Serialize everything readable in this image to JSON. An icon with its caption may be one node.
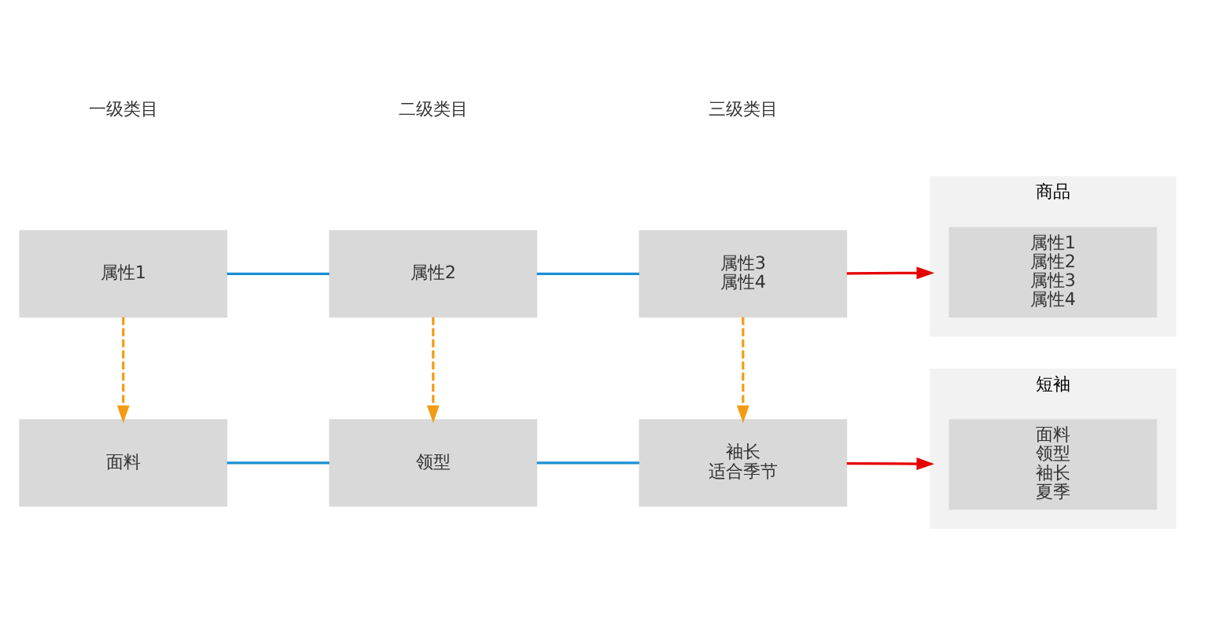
{
  "diagram": {
    "nodes": [
      {
        "text": [
          "属性1"
        ]
      },
      {
        "text": [
          "属性2"
        ]
      },
      {
        "text": [
          "属性3",
          "属性4"
        ]
      },
      {
        "text": [
          "商品"
        ]
      },
      {
        "text": [
          "属性1",
          "属性2",
          "属性3",
          "属性4"
        ],
        "in": 3
      },
      {
        "text": [
          "面料"
        ]
      },
      {
        "text": [
          "领型"
        ]
      },
      {
        "text": [
          "袖长",
          "适合季节"
        ]
      },
      {
        "text": [
          "短袖"
        ]
      },
      {
        "text": [
          "面料",
          "领型",
          "袖长",
          "夏季"
        ],
        "in": 8
      }
    ],
    "edges": [
      {
        "from": 0,
        "to": 1,
        "arrow": "none"
      },
      {
        "from": 1,
        "to": 2,
        "arrow": "none"
      },
      {
        "from": 2,
        "to": 3,
        "arrow": "to",
        "color": "#e60000"
      },
      {
        "from": 0,
        "to": 5,
        "arrow": "to",
        "style": "dashed",
        "color": "#f39c12"
      },
      {
        "from": 1,
        "to": 6,
        "arrow": "to",
        "style": "dashed",
        "color": "#f39c12"
      },
      {
        "from": 2,
        "to": 7,
        "arrow": "to",
        "style": "dashed",
        "color": "#f39c12"
      },
      {
        "from": 5,
        "to": 6,
        "arrow": "none"
      },
      {
        "from": 6,
        "to": 7,
        "arrow": "none"
      },
      {
        "from": 7,
        "to": 8,
        "arrow": "to",
        "color": "#e60000"
      }
    ],
    "labels": [
      "一级类目",
      "二级类目",
      "三级类目"
    ]
  }
}
